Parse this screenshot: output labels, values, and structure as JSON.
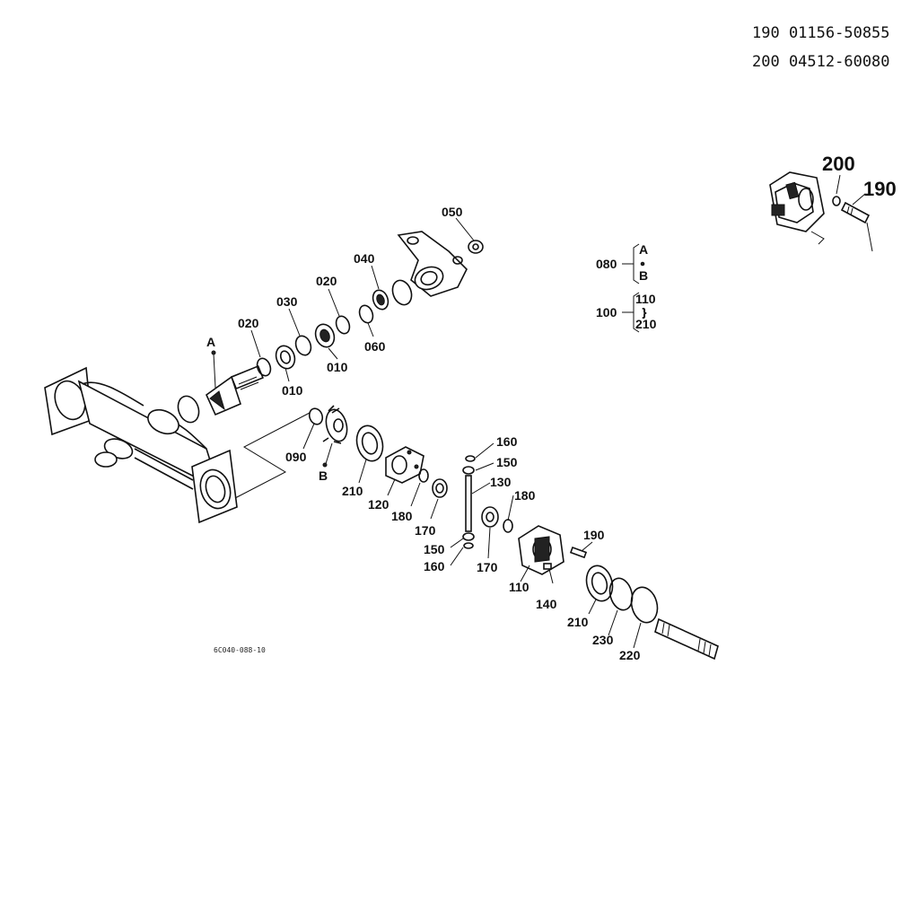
{
  "header": {
    "line1": "190 01156-50855",
    "line2": "200 04512-60080"
  },
  "reference_code": "6C040-088-10",
  "callouts": {
    "c050": "050",
    "c040": "040",
    "c020a": "020",
    "c030": "030",
    "c020b": "020",
    "c010a": "010",
    "c010b": "010",
    "c060": "060",
    "cA": "A",
    "cB": "B",
    "c090": "090",
    "c210a": "210",
    "c120": "120",
    "c180a": "180",
    "c170a": "170",
    "c150a": "150",
    "c160a": "160",
    "c130": "130",
    "c180b": "180",
    "c160b": "160",
    "c150b": "150",
    "c170b": "170",
    "c110": "110",
    "c140": "140",
    "c190": "190",
    "c210b": "210",
    "c230": "230",
    "c220": "220"
  },
  "legend": {
    "c080": "080",
    "c080_a": "A",
    "c080_b": "B",
    "c100": "100",
    "c100_a": "110",
    "c100_b": "210"
  },
  "inset": {
    "c200": "200",
    "c190": "190"
  }
}
